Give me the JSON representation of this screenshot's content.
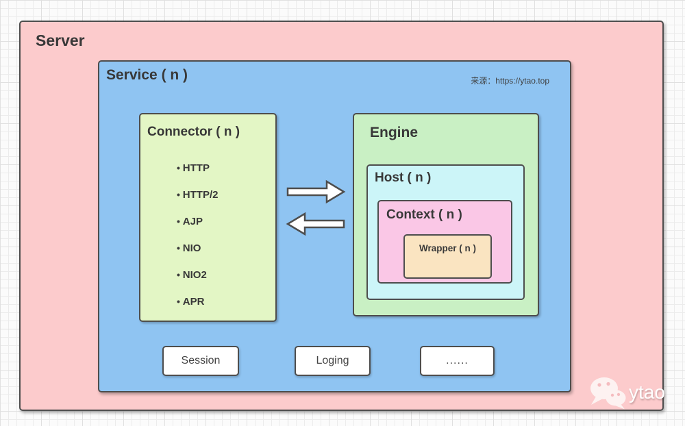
{
  "palette": {
    "server_bg": "#fccbcc",
    "service_bg": "#8fc4f2",
    "connector_bg": "#e3f6c5",
    "engine_bg": "#c9f0c4",
    "host_bg": "#ccf5f8",
    "context_bg": "#fac7e6",
    "wrapper_bg": "#fae4c1",
    "bottom_box_bg": "#ffffff",
    "box_border": "#4d4d4d",
    "text": "#383838"
  },
  "server": {
    "title": "Server",
    "watermark": "来源：https://ytao.top"
  },
  "service": {
    "title": "Service ( n )"
  },
  "connector": {
    "title": "Connector ( n )",
    "items": [
      "HTTP",
      "HTTP/2",
      "AJP",
      "NIO",
      "NIO2",
      "APR"
    ]
  },
  "engine": {
    "title": "Engine"
  },
  "host": {
    "title": "Host ( n )"
  },
  "context": {
    "title": "Context ( n )"
  },
  "wrapper": {
    "title": "Wrapper ( n )"
  },
  "bottom_boxes": [
    {
      "label": "Session"
    },
    {
      "label": "Loging"
    },
    {
      "label": "......"
    }
  ],
  "logo": {
    "text": "ytao",
    "icon": "wechat-icon"
  }
}
